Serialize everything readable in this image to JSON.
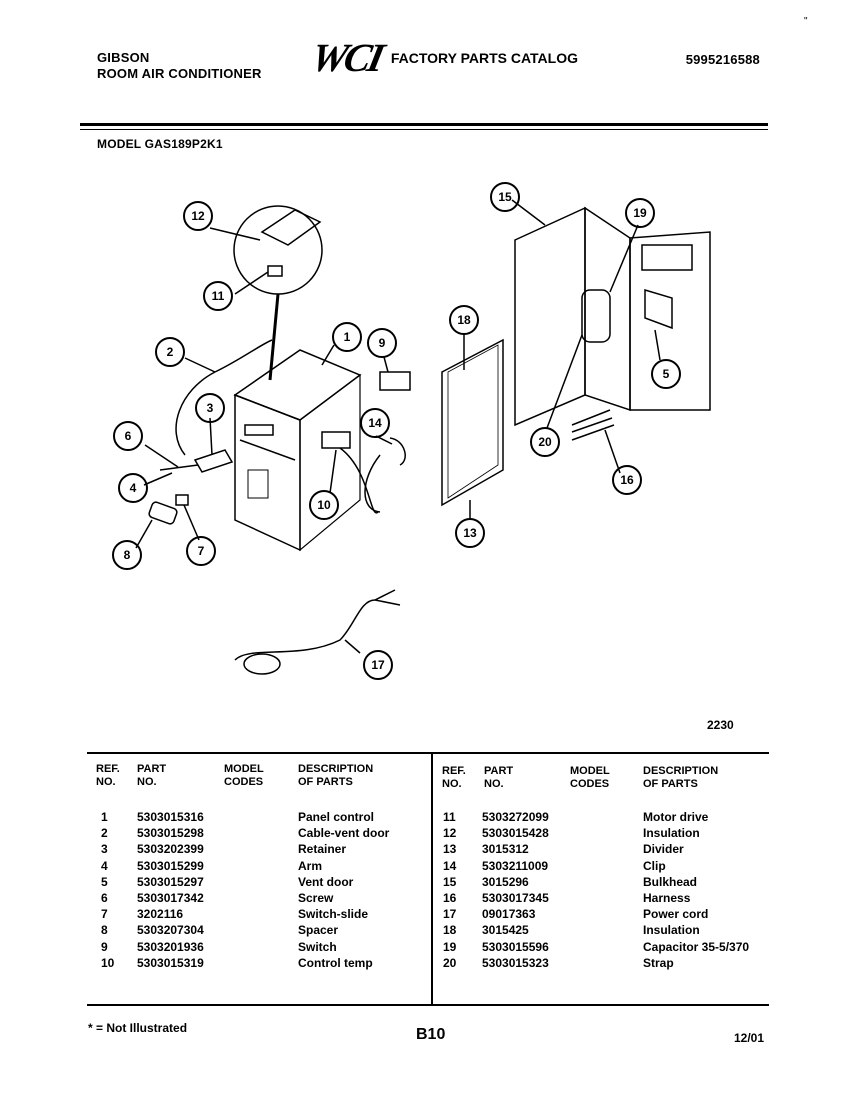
{
  "header": {
    "brand": "GIBSON",
    "product": "ROOM AIR CONDITIONER",
    "logo": "WCI",
    "catalog_title": "FACTORY PARTS CATALOG",
    "catalog_number": "5995216588",
    "model": "MODEL GAS189P2K1"
  },
  "corner_mark": "\"",
  "figure_number": "2230",
  "callouts": [
    "1",
    "2",
    "3",
    "4",
    "5",
    "6",
    "7",
    "8",
    "9",
    "10",
    "11",
    "12",
    "13",
    "14",
    "15",
    "16",
    "17",
    "18",
    "19",
    "20"
  ],
  "table": {
    "headers": {
      "ref": "REF.",
      "ref2": "NO.",
      "part": "PART",
      "part2": "NO.",
      "model": "MODEL",
      "model2": "CODES",
      "desc": "DESCRIPTION",
      "desc2": "OF PARTS"
    },
    "left": [
      {
        "ref": "1",
        "part": "5303015316",
        "code": "",
        "desc": "Panel control"
      },
      {
        "ref": "2",
        "part": "5303015298",
        "code": "",
        "desc": "Cable-vent door"
      },
      {
        "ref": "3",
        "part": "5303202399",
        "code": "",
        "desc": "Retainer"
      },
      {
        "ref": "4",
        "part": "5303015299",
        "code": "",
        "desc": "Arm"
      },
      {
        "ref": "5",
        "part": "5303015297",
        "code": "",
        "desc": "Vent door"
      },
      {
        "ref": "6",
        "part": "5303017342",
        "code": "",
        "desc": "Screw"
      },
      {
        "ref": "7",
        "part": "3202116",
        "code": "",
        "desc": "Switch-slide"
      },
      {
        "ref": "8",
        "part": "5303207304",
        "code": "",
        "desc": "Spacer"
      },
      {
        "ref": "9",
        "part": "5303201936",
        "code": "",
        "desc": "Switch"
      },
      {
        "ref": "10",
        "part": "5303015319",
        "code": "",
        "desc": "Control temp"
      }
    ],
    "right": [
      {
        "ref": "11",
        "part": "5303272099",
        "code": "",
        "desc": "Motor drive"
      },
      {
        "ref": "12",
        "part": "5303015428",
        "code": "",
        "desc": "Insulation"
      },
      {
        "ref": "13",
        "part": "3015312",
        "code": "",
        "desc": "Divider"
      },
      {
        "ref": "14",
        "part": "5303211009",
        "code": "",
        "desc": "Clip"
      },
      {
        "ref": "15",
        "part": "3015296",
        "code": "",
        "desc": "Bulkhead"
      },
      {
        "ref": "16",
        "part": "5303017345",
        "code": "",
        "desc": "Harness"
      },
      {
        "ref": "17",
        "part": "09017363",
        "code": "",
        "desc": "Power cord"
      },
      {
        "ref": "18",
        "part": "3015425",
        "code": "",
        "desc": "Insulation"
      },
      {
        "ref": "19",
        "part": "5303015596",
        "code": "",
        "desc": "Capacitor 35-5/370"
      },
      {
        "ref": "20",
        "part": "5303015323",
        "code": "",
        "desc": "Strap"
      }
    ]
  },
  "footer": {
    "note": "* = Not Illustrated",
    "page": "B10",
    "date": "12/01"
  }
}
